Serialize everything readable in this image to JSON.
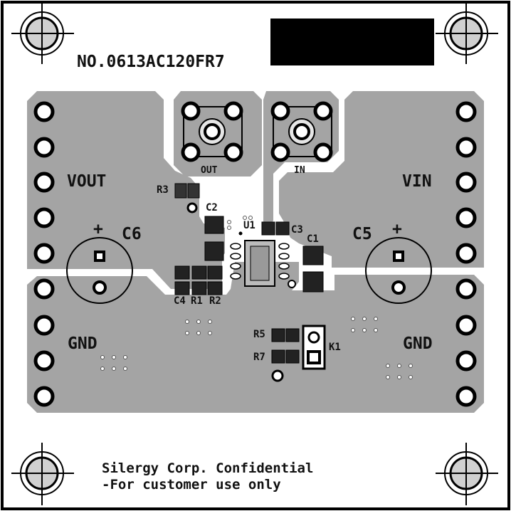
{
  "board": {
    "part_number": "NO.0613AC120FR7",
    "footer_line1": "Silergy Corp. Confidential",
    "footer_line2": "-For customer use only"
  },
  "pads": {
    "vout": "VOUT",
    "vin": "VIN",
    "gnd_left": "GND",
    "gnd_right": "GND"
  },
  "connectors": {
    "out": "OUT",
    "in": "IN"
  },
  "capacitors": {
    "c6": "C6",
    "c5": "C5",
    "c6_polarity": "+",
    "c5_polarity": "+",
    "c1": "C1",
    "c2": "C2",
    "c3": "C3",
    "c4": "C4"
  },
  "components": {
    "r1": "R1",
    "r2": "R2",
    "r3": "R3",
    "r5": "R5",
    "r7": "R7",
    "u1": "U1",
    "k1": "K1"
  },
  "colors": {
    "copper": "#a4a4a4",
    "board": "#ffffff",
    "outline": "#000000",
    "silkscreen": "#111111"
  }
}
